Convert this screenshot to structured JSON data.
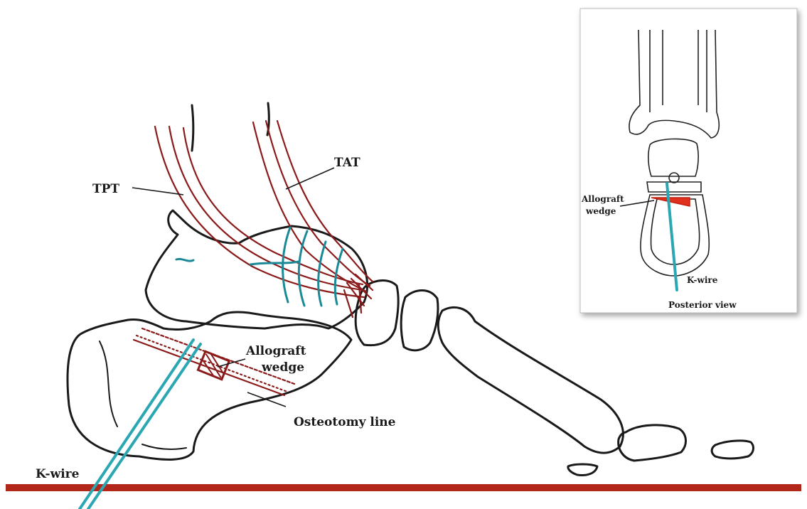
{
  "labels": {
    "tpt": "TPT",
    "tat": "TAT",
    "allograft_line1": "Allograft",
    "allograft_line2": "wedge",
    "osteotomy": "Osteotomy line",
    "kwire": "K-wire"
  },
  "inset": {
    "allograft_line1": "Allograft",
    "allograft_line2": "wedge",
    "kwire": "K-wire",
    "caption": "Posterior view"
  },
  "colors": {
    "tendon": "#8b1a1a",
    "suture": "#1b8a96",
    "kwire": "#2aa7b3",
    "graft": "#e0301e",
    "ground": "#b3261a"
  }
}
